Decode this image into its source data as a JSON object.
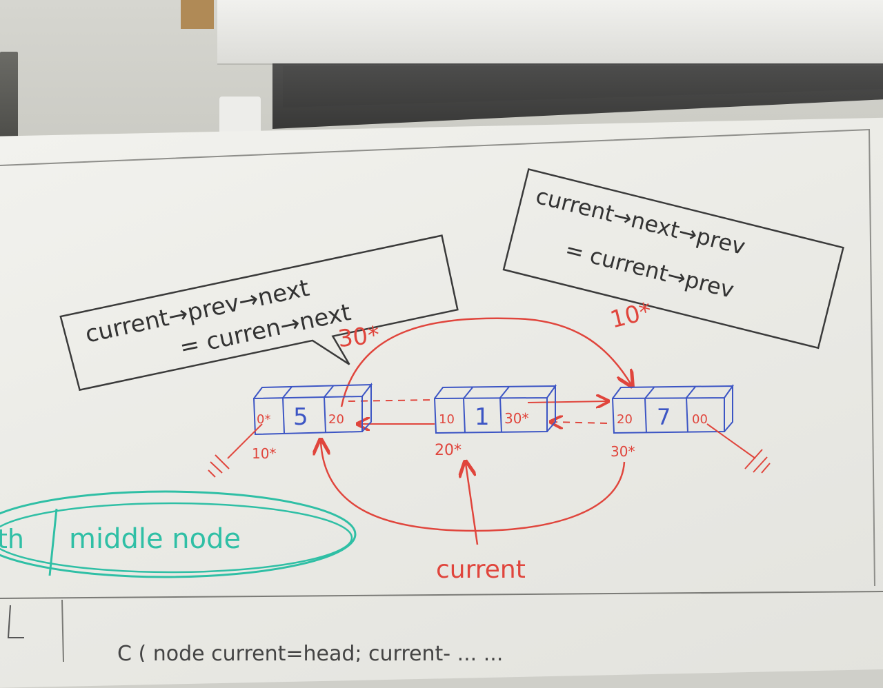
{
  "box_left": {
    "line1": "current→prev→next",
    "line2": "= curren→next"
  },
  "box_right": {
    "line1": "current→next→prev",
    "line2": "= current→prev"
  },
  "nodes": [
    {
      "prev": "0*",
      "value": "5",
      "next": "20",
      "addr": "10*"
    },
    {
      "prev": "10",
      "value": "1",
      "next": "30*",
      "addr": "20*"
    },
    {
      "prev": "20",
      "value": "7",
      "next": "00",
      "addr": "30*"
    }
  ],
  "arc_label_left": "30*",
  "arc_label_right": "10*",
  "pointer_label": "current",
  "oval": {
    "left": "th",
    "right": "middle node"
  },
  "bottom_text": "C    ( node    current=head;  current-   ...   ..."
}
